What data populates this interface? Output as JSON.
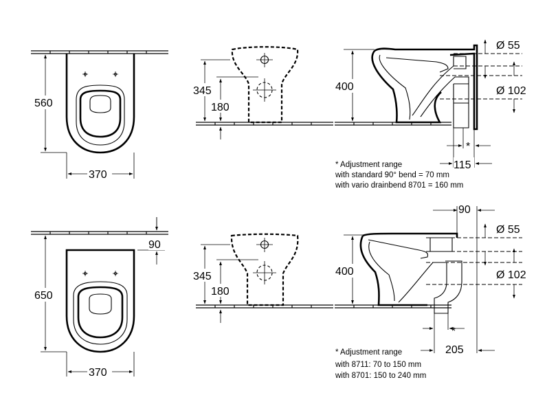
{
  "top_row": {
    "plan": {
      "height": "560",
      "width": "370"
    },
    "front": {
      "outer_height": "345",
      "inner_height": "180"
    },
    "side": {
      "height": "400",
      "pipe_small": "Ø 55",
      "pipe_large": "Ø 102",
      "adjust_marker": "*",
      "offset": "115",
      "notes": [
        "* Adjustment range",
        "with standard 90° bend = 70 mm",
        "with vario drainbend 8701 = 160 mm"
      ]
    }
  },
  "bottom_row": {
    "plan": {
      "height": "650",
      "width": "370",
      "wall_gap": "90"
    },
    "front": {
      "outer_height": "345",
      "inner_height": "180"
    },
    "side": {
      "height": "400",
      "wall_gap": "90",
      "pipe_small": "Ø 55",
      "pipe_large": "Ø 102",
      "adjust_marker": "*",
      "offset": "205",
      "notes": [
        "* Adjustment range",
        "with 8711: 70 to 150 mm",
        "with 8701: 150 to 240 mm"
      ]
    }
  }
}
